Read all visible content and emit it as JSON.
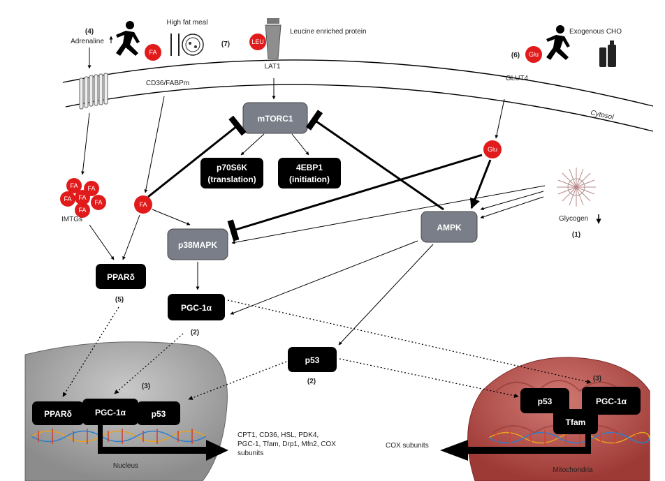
{
  "labels": {
    "adrenaline": "Adrenaline",
    "adrenaline_num": "(4)",
    "high_fat_meal": "High fat meal",
    "meal_num": "(7)",
    "leucine": "Leucine enriched protein",
    "exogenous": "Exogenous CHO",
    "glu_num": "(6)",
    "cd36": "CD36/FABPm",
    "lat1": "LAT1",
    "glut4": "GLUT4",
    "cytosol": "Cytosol",
    "imtgs": "IMTGs",
    "glycogen": "Glycogen",
    "glycogen_num": "(1)",
    "ppar_num": "(5)",
    "pgc_num": "(2)",
    "p53_num": "(2)",
    "nucleus_num": "(3)",
    "mito_num": "(3)",
    "nucleus": "Nucleus",
    "mitochondria": "Mitochondria",
    "nuc_genes_1": "CPT1, CD36, HSL, PDK4,",
    "nuc_genes_2": "PGC-1, Tfam, Drp1, Mfn2, COX",
    "nuc_genes_3": "subunits",
    "cox": "COX subunits"
  },
  "molecules": {
    "fa": "FA",
    "leu": "LEU",
    "glu": "Glu"
  },
  "nodes": {
    "mtorc1": "mTORC1",
    "p70s6k_1": "p70S6K",
    "p70s6k_2": "(translation)",
    "ebp1_1": "4EBP1",
    "ebp1_2": "(initiation)",
    "p38": "p38MAPK",
    "ampk": "AMPK",
    "ppar": "PPARδ",
    "pgc": "PGC-1α",
    "p53": "p53",
    "nuc_ppar": "PPARδ",
    "nuc_pgc": "PGC-1α",
    "nuc_p53": "p53",
    "mito_p53": "p53",
    "mito_pgc": "PGC-1α",
    "mito_tfam": "Tfam"
  },
  "colors": {
    "gray_node": "#7a7e88",
    "black_node": "#000000",
    "red": "#e11b1b",
    "nucleus_fill": "#a9a9a9",
    "mito_fill": "#b9504c"
  }
}
